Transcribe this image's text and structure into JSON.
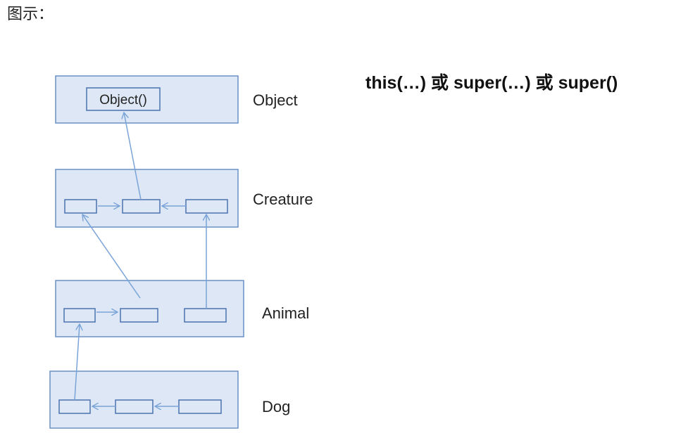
{
  "caption": "图示：",
  "headline": "this(…) 或 super(…) 或 super()",
  "layers": [
    {
      "name": "Object"
    },
    {
      "name": "Creature"
    },
    {
      "name": "Animal"
    },
    {
      "name": "Dog"
    }
  ],
  "object_constructor_label": "Object()",
  "colors": {
    "panel_fill": "#dde7f5",
    "panel_stroke": "#6a90c6",
    "box_stroke": "#4a72ae",
    "arrow": "#7aa4d8"
  }
}
